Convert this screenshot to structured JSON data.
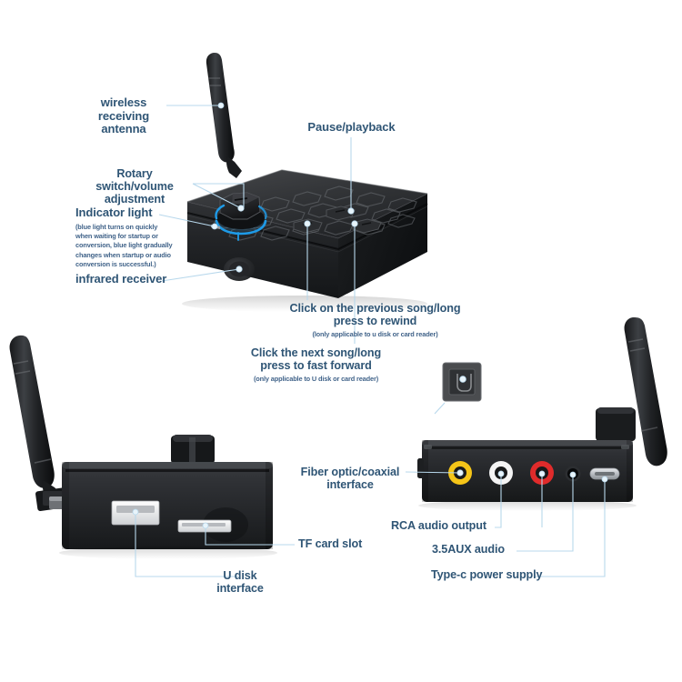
{
  "page": {
    "kind": "product-annotation-diagram",
    "background": "#ffffff",
    "label_color": "#2f5575",
    "leader_color": "#b8d8ec",
    "accent_led": "#1e9be8"
  },
  "labels": {
    "antenna": "wireless receiving\nantenna",
    "rotary": "Rotary switch/volume\nadjustment",
    "indicator": "Indicator light",
    "indicator_note": "(blue light turns on quickly\nwhen waiting for startup or\nconversion, blue light gradually\nchanges when startup or audio\nconversion is successful.)",
    "infrared": "infrared receiver",
    "pause": "Pause/playback",
    "prev": "Click on the previous song/long\npress to rewind",
    "prev_note": "(lonly applicable to u disk or card reader)",
    "next": "Click the next song/long\npress to fast forward",
    "next_note": "(only applicable to U disk or card reader)",
    "tf": "TF card slot",
    "udisk": "U disk\ninterface",
    "fiber": "Fiber optic/coaxial\ninterface",
    "rca": "RCA audio output",
    "aux": "3.5AUX audio",
    "typec": "Type-c power supply"
  },
  "devices": {
    "top": {
      "name": "bluetooth-audio-receiver-top-view",
      "ports": [
        "rotary-knob",
        "indicator-led",
        "infrared-receiver",
        "pause-button",
        "previous-button",
        "next-button",
        "antenna"
      ]
    },
    "left": {
      "name": "bluetooth-audio-receiver-front-view",
      "ports": [
        "usb-a-port",
        "tf-card-slot",
        "antenna",
        "rotary-knob"
      ]
    },
    "right": {
      "name": "bluetooth-audio-receiver-rear-view",
      "ports": [
        "coaxial-port",
        "rca-white-port",
        "rca-red-port",
        "aux-3-5mm-port",
        "usb-c-port",
        "optical-port",
        "antenna"
      ]
    }
  },
  "port_colors": {
    "coaxial": "#f5c518",
    "rca_left": "#f2f2f2",
    "rca_right": "#e02b2b",
    "aux": "#141414",
    "usb_c": "#c9ccd1"
  }
}
